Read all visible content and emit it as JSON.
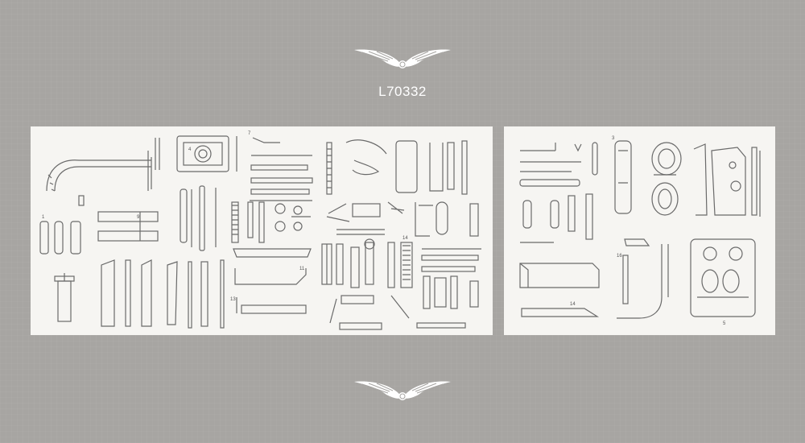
{
  "header": {
    "emblem_icon": "winged-emblem-icon",
    "plate_code": "L70332"
  },
  "footer": {
    "emblem_icon": "winged-emblem-icon"
  },
  "left_panel": {
    "callouts": [
      "1",
      "4",
      "7",
      "9",
      "11",
      "13",
      "14"
    ]
  },
  "right_panel": {
    "callouts": [
      "3",
      "14",
      "16",
      "5"
    ]
  },
  "colors": {
    "background": "#a7a5a2",
    "panel": "#f6f5f2",
    "line": "#6a6a6a",
    "plate_code": "#ffffff"
  }
}
